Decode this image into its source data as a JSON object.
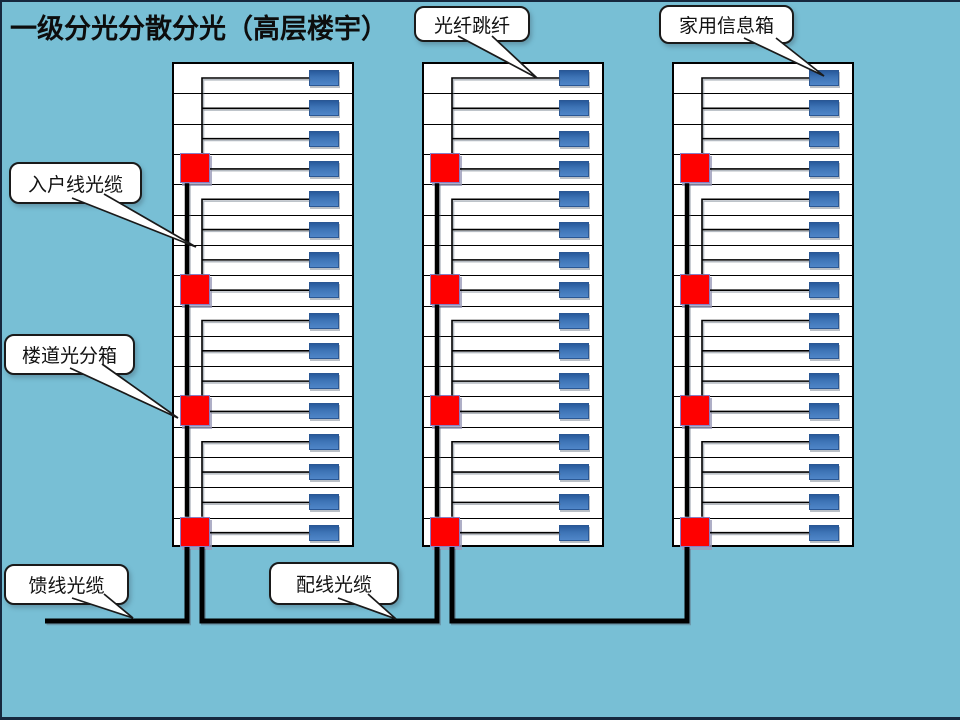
{
  "title": "一级分光分散分光（高层楼宇）",
  "callouts": {
    "fiber_jumper": "光纤跳纤",
    "home_info_box": "家用信息箱",
    "drop_cable": "入户线光缆",
    "corridor_splitter_box": "楼道光分箱",
    "feeder_cable": "馈线光缆",
    "distribution_cable": "配线光缆"
  },
  "diagram": {
    "building_count": 3,
    "floors_per_building": 16,
    "floors_per_splitter_group": 4,
    "splitter_floors_from_top": [
      4,
      8,
      12,
      16
    ]
  },
  "colors": {
    "background": "#78BFD5",
    "building_fill": "#FFFFFF",
    "outline": "#000000",
    "splitter_box": "#FF0000",
    "info_box_top": "#285A9B",
    "info_box_mid": "#3E74B6",
    "info_box_bottom": "#4F86C8",
    "edge_strip": "#16283E"
  }
}
